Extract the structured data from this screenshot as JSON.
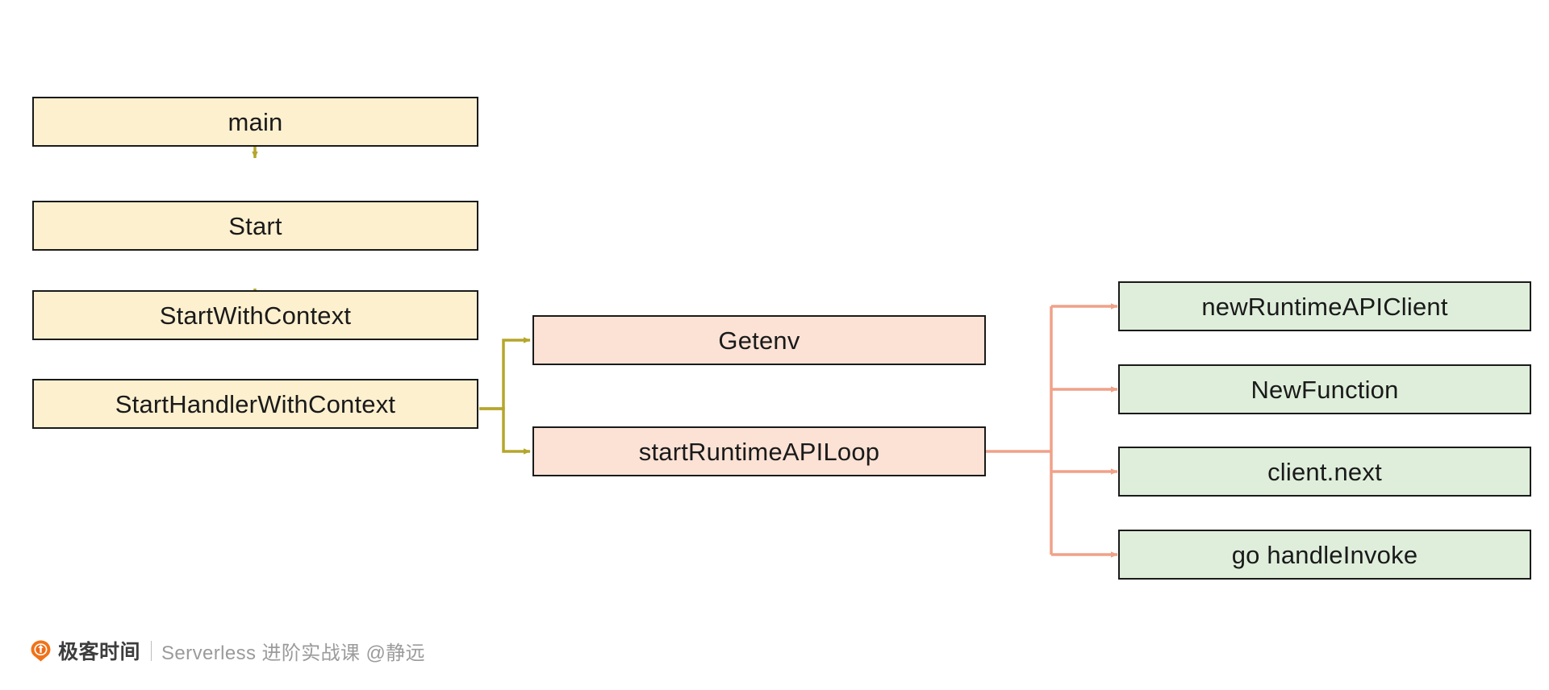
{
  "diagram": {
    "type": "flowchart",
    "title": "AWS Lambda Go runtime startup call flow",
    "direction": "left-to-right",
    "colors": {
      "cream_fill": "#fdf0cf",
      "peach_fill": "#fbe2d5",
      "mint_fill": "#dfeedb",
      "node_border": "#1a1a1a",
      "olive_connector": "#b5a62b",
      "salmon_connector": "#f0a188"
    },
    "nodes": [
      {
        "id": "main",
        "label": "main",
        "group": "cream"
      },
      {
        "id": "start",
        "label": "Start",
        "group": "cream"
      },
      {
        "id": "start_with_context",
        "label": "StartWithContext",
        "group": "cream"
      },
      {
        "id": "start_handler_with_context",
        "label": "StartHandlerWithContext",
        "group": "cream"
      },
      {
        "id": "getenv",
        "label": "Getenv",
        "group": "peach"
      },
      {
        "id": "start_runtime_api_loop",
        "label": "startRuntimeAPILoop",
        "group": "peach"
      },
      {
        "id": "new_runtime_api_client",
        "label": "newRuntimeAPIClient",
        "group": "mint"
      },
      {
        "id": "new_function",
        "label": "NewFunction",
        "group": "mint"
      },
      {
        "id": "client_next",
        "label": "client.next",
        "group": "mint"
      },
      {
        "id": "go_handle_invoke",
        "label": "go handleInvoke",
        "group": "mint"
      }
    ],
    "edges": [
      {
        "from": "main",
        "to": "start",
        "style": "vertical-arrow",
        "color": "olive"
      },
      {
        "from": "start",
        "to": "start_with_context",
        "style": "vertical-arrow",
        "color": "olive"
      },
      {
        "from": "start_with_context",
        "to": "start_handler_with_context",
        "style": "vertical-arrow",
        "color": "olive"
      },
      {
        "from": "start_handler_with_context",
        "to": "getenv",
        "style": "elbow-arrow",
        "color": "olive"
      },
      {
        "from": "start_handler_with_context",
        "to": "start_runtime_api_loop",
        "style": "elbow-arrow",
        "color": "olive"
      },
      {
        "from": "start_runtime_api_loop",
        "to": "new_runtime_api_client",
        "style": "elbow-arrow",
        "color": "salmon"
      },
      {
        "from": "start_runtime_api_loop",
        "to": "new_function",
        "style": "elbow-arrow",
        "color": "salmon"
      },
      {
        "from": "start_runtime_api_loop",
        "to": "client_next",
        "style": "elbow-arrow",
        "color": "salmon"
      },
      {
        "from": "start_runtime_api_loop",
        "to": "go_handle_invoke",
        "style": "elbow-arrow",
        "color": "salmon"
      }
    ]
  },
  "footer": {
    "logo_name": "geekbang-logo-icon",
    "brand": "极客时间",
    "tagline": "Serverless 进阶实战课 @静远"
  }
}
